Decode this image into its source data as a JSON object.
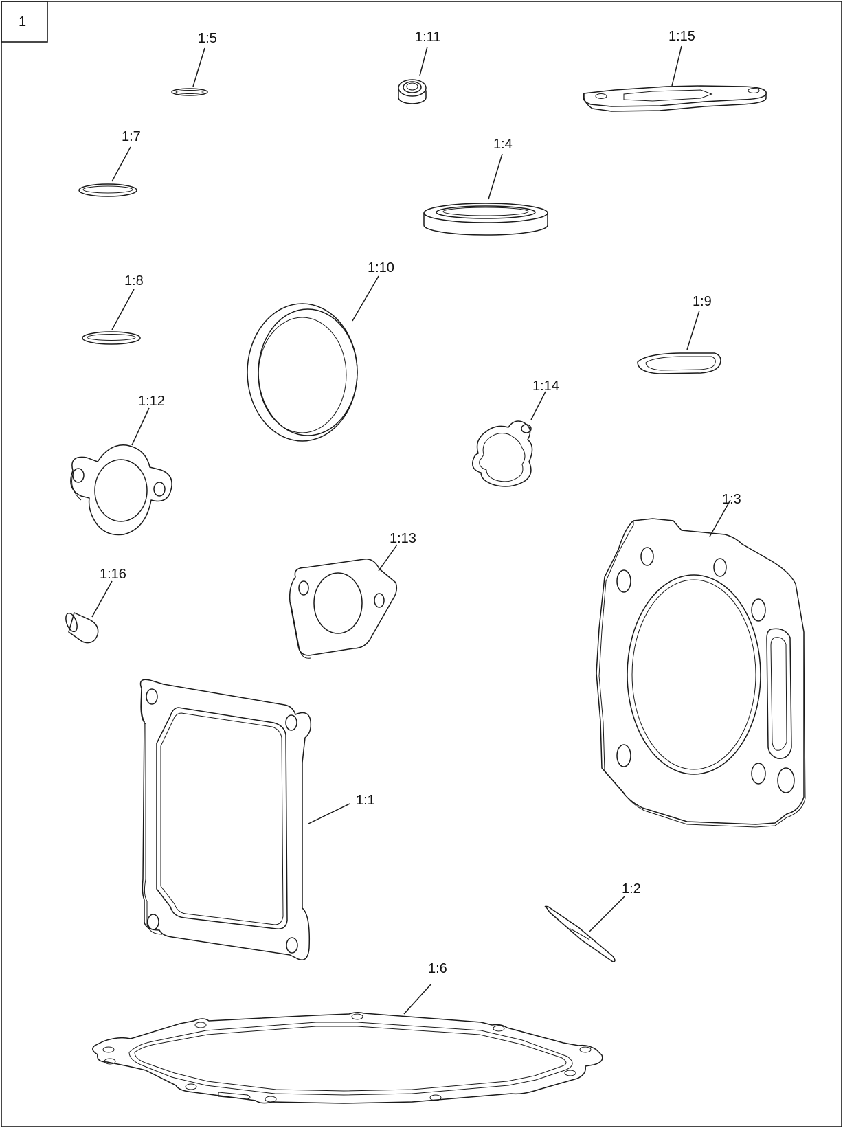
{
  "sheet": {
    "number": "1"
  },
  "callouts": {
    "c1_1": "1:1",
    "c1_2": "1:2",
    "c1_3": "1:3",
    "c1_4": "1:4",
    "c1_5": "1:5",
    "c1_6": "1:6",
    "c1_7": "1:7",
    "c1_8": "1:8",
    "c1_9": "1:9",
    "c1_10": "1:10",
    "c1_11": "1:11",
    "c1_12": "1:12",
    "c1_13": "1:13",
    "c1_14": "1:14",
    "c1_15": "1:15",
    "c1_16": "1:16"
  },
  "colors": {
    "line": "#1a1a1a",
    "background": "#ffffff"
  }
}
